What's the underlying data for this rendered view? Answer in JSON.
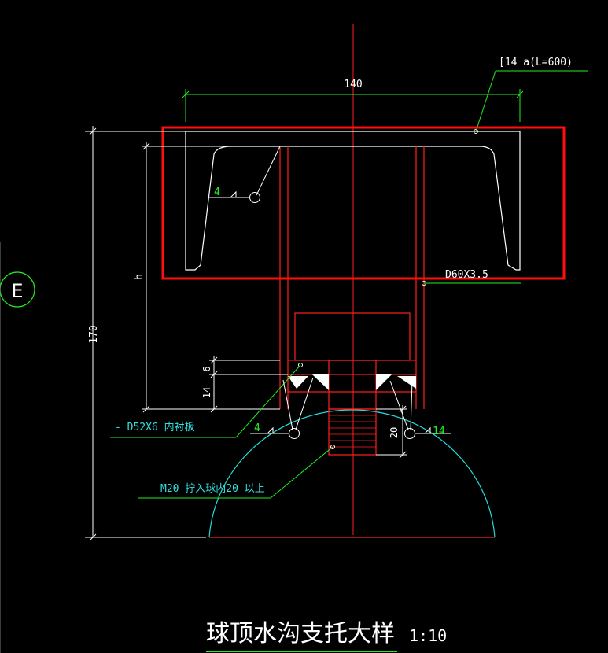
{
  "drawing": {
    "title": "球顶水沟支托大样",
    "scale": "1:10",
    "grid_marker": "E",
    "labels": {
      "channel": "[14 a(L=600)",
      "pipe": "D60X3.5",
      "liner_plate": "- D52X6 内衬板",
      "bolt": "M20 拧入球内20 以上"
    },
    "dimensions": {
      "width_top": "140",
      "height_total": "170",
      "h": "h",
      "gap": "6",
      "plate": "14",
      "depth": "20"
    },
    "weld_symbols": {
      "left_upper": "4",
      "left_lower": "4",
      "right_lower": "14"
    }
  },
  "colors": {
    "background": "#000000",
    "geometry": "#ffffff",
    "structure_red": "#ff2020",
    "annotation_green": "#22ee22",
    "leader_white": "#dddddd",
    "sphere_cyan": "#22dddd",
    "label_cyan": "#33e0e0",
    "highlight": "#ff1010"
  }
}
